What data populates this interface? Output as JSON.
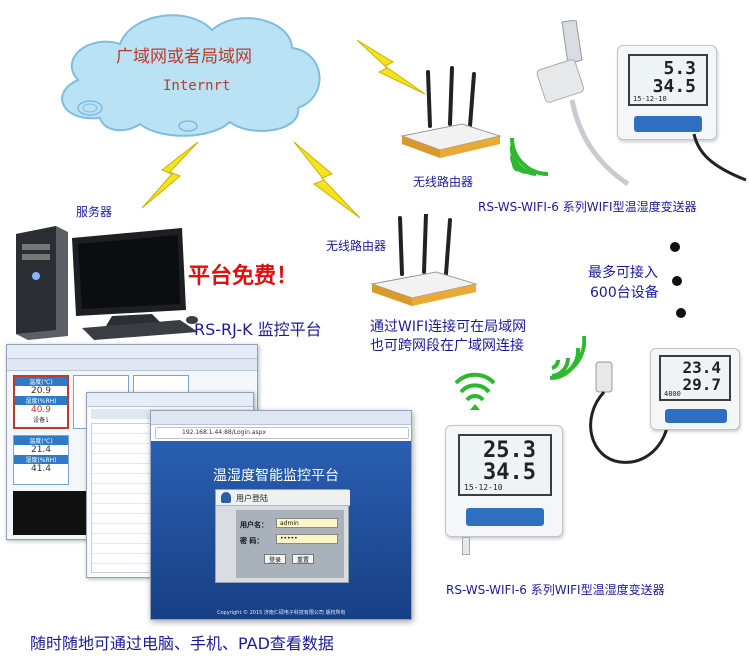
{
  "cloud": {
    "title": "广域网或者局域网",
    "subtitle": "Internrt"
  },
  "server": {
    "label": "服务器"
  },
  "router_top": {
    "label": "无线路由器"
  },
  "router_mid": {
    "label": "无线路由器"
  },
  "platform": {
    "free_label": "平台免费！",
    "name": "RS-RJ-K  监控平台"
  },
  "wifi_note": {
    "line1": "通过WIFI连接可在局域网",
    "line2": "也可跨网段在广域网连接"
  },
  "max_devices": {
    "line1": "最多可接入",
    "line2": "600台设备"
  },
  "device_top": {
    "caption": "RS-WS-WIFI-6 系列WIFI型温湿度变送器",
    "temp": "5.3",
    "hum": "34.5",
    "date": "15-12-10"
  },
  "device_right": {
    "temp": "23.4",
    "hum": "29.7",
    "date": "4800"
  },
  "device_bottom": {
    "caption": "RS-WS-WIFI-6 系列WIFI型温湿度变送器",
    "temp": "25.3",
    "hum": "34.5",
    "date": "15-12-10"
  },
  "screens": {
    "app_title": "温湿度智能监控平台",
    "readings": [
      {
        "label": "温度(℃)",
        "value": "20.9"
      },
      {
        "label": "湿度(%RH)",
        "value": "40.9"
      },
      {
        "label": "温度(℃)",
        "value": "21.4"
      },
      {
        "label": "湿度(%RH)",
        "value": "41.4"
      }
    ],
    "device_tag": "设备1",
    "url": "192.168.1.44:88/Login.aspx",
    "login_panel_title": "用户登陆",
    "username_label": "用户名：",
    "username_value": "admin",
    "password_label": "密  码：",
    "password_value": "•••••",
    "login_button": "登录",
    "reset_button": "重置",
    "footer": "Copyright © 2015 济南仁硕电子科技有限公司 版权所有"
  },
  "bottom_caption": "随时随地可通过电脑、手机、PAD查看数据",
  "colors": {
    "cloud_fill": "#b9e2f5",
    "cloud_stroke": "#7fbce0",
    "lightning": "#f4e21d",
    "wifi_green": "#2eb82e",
    "caption_blue": "#1a1a9a",
    "platform_red": "#e01010",
    "lcd_bg": "#eef4f4",
    "device_body": "#f4f6f8",
    "device_keypad": "#2f6fc2"
  }
}
